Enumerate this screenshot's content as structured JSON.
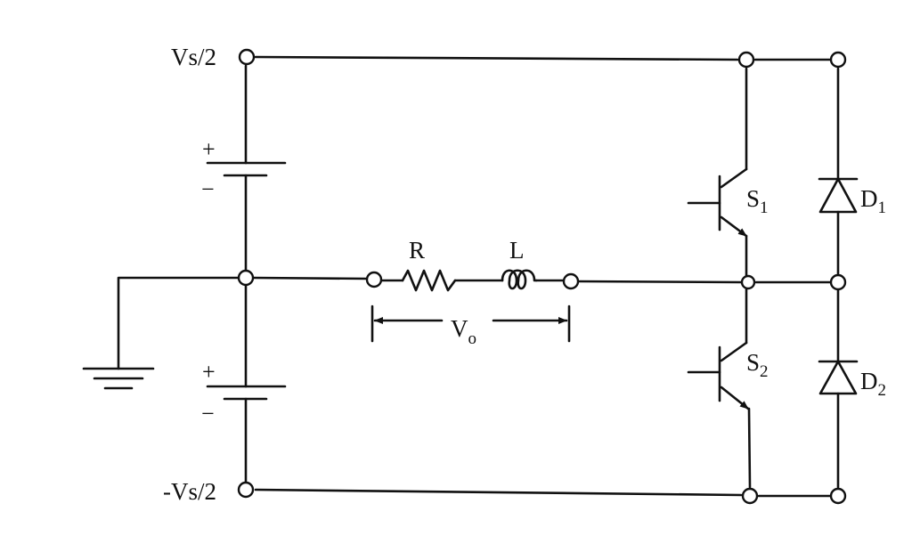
{
  "diagram": {
    "top_rail_label": "Vs/2",
    "bottom_rail_label": "-Vs/2",
    "upper_source": {
      "plus": "+",
      "minus": "−"
    },
    "lower_source": {
      "plus": "+",
      "minus": "−"
    },
    "resistor_label": "R",
    "inductor_label": "L",
    "output_voltage": {
      "symbol": "V",
      "subscript": "o"
    },
    "switches": [
      {
        "symbol": "S",
        "subscript": "1"
      },
      {
        "symbol": "S",
        "subscript": "2"
      }
    ],
    "diodes": [
      {
        "symbol": "D",
        "subscript": "1"
      },
      {
        "symbol": "D",
        "subscript": "2"
      }
    ],
    "colors": {
      "ink": "#111111",
      "background": "#ffffff"
    }
  }
}
